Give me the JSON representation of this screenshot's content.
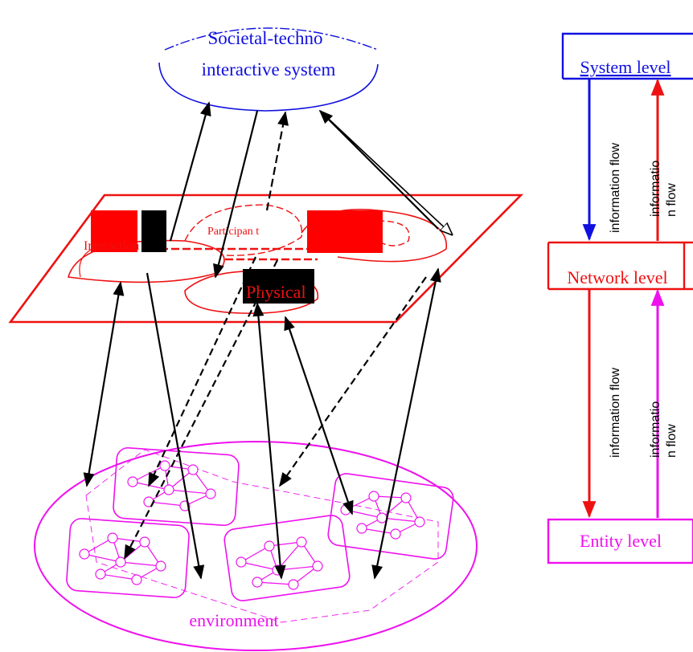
{
  "labels": {
    "societal_line1": "Societal-techno",
    "societal_line2": "interactive system",
    "interaction": "Interaction",
    "participant": "Participan t",
    "physical": "Physical",
    "environment": "environment",
    "system_level": "System level",
    "network_level": "Network level",
    "entity_level": "Entity level",
    "flow_down_top": "information flow",
    "flow_up_top": "informatio\nn flow",
    "flow_down_bottom": "information flow",
    "flow_up_bottom": "informatio\nn flow"
  },
  "colors": {
    "system": "#1010e0",
    "network": "#ee1111",
    "entity": "#ee11ee",
    "arrow": "#000000",
    "label_box_red": "#ff0000",
    "label_box_black": "#000000"
  }
}
